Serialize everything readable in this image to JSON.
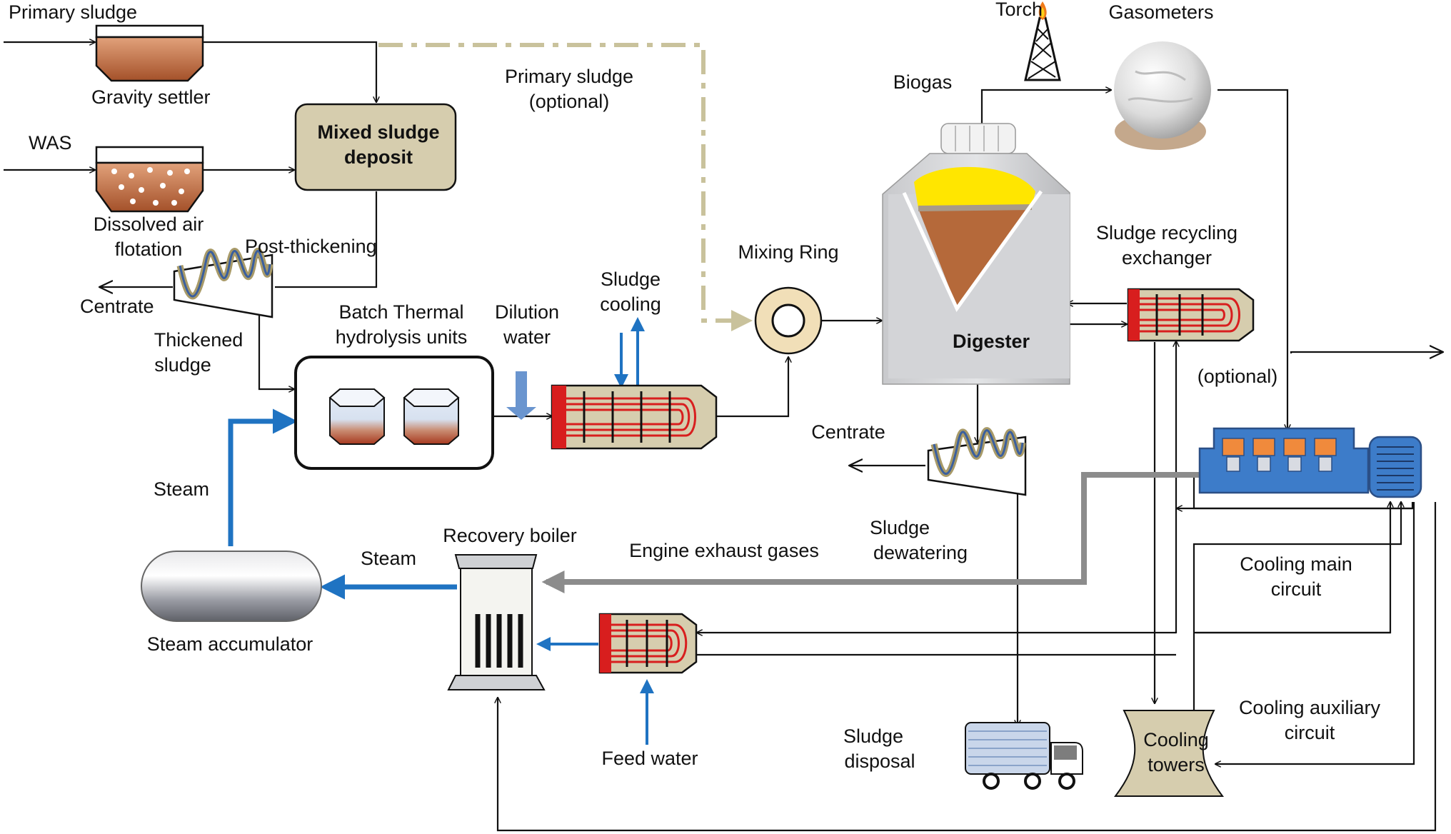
{
  "labels": {
    "primary_sludge": "Primary sludge",
    "gravity_settler": "Gravity settler",
    "was": "WAS",
    "daf_1": "Dissolved air",
    "daf_2": "flotation",
    "mixed_deposit_1": "Mixed sludge",
    "mixed_deposit_2": "deposit",
    "primary_optional_1": "Primary sludge",
    "primary_optional_2": "(optional)",
    "post_thickening": "Post-thickening",
    "centrate_left": "Centrate",
    "thickened_1": "Thickened",
    "thickened_2": "sludge",
    "batch_1": "Batch Thermal",
    "batch_2": "hydrolysis units",
    "dilution_1": "Dilution",
    "dilution_2": "water",
    "sludge_cooling_1": "Sludge",
    "sludge_cooling_2": "cooling",
    "mixing_ring": "Mixing Ring",
    "torch": "Torch",
    "gasometers": "Gasometers",
    "biogas": "Biogas",
    "digester": "Digester",
    "recycling_1": "Sludge recycling",
    "recycling_2": "exchanger",
    "optional": "(optional)",
    "centrate_mid": "Centrate",
    "steam_up": "Steam",
    "steam_left": "Steam",
    "recovery_boiler": "Recovery boiler",
    "exhaust": "Engine exhaust gases",
    "dewatering_1": "Sludge",
    "dewatering_2": "dewatering",
    "steam_accumulator": "Steam accumulator",
    "feed_water": "Feed water",
    "disposal_1": "Sludge",
    "disposal_2": "disposal",
    "cooling_main_1": "Cooling main",
    "cooling_main_2": "circuit",
    "cooling_aux_1": "Cooling auxiliary",
    "cooling_aux_2": "circuit",
    "cooling_towers_1": "Cooling",
    "cooling_towers_2": "towers"
  },
  "colors": {
    "steam_line": "#1f73c2",
    "exhaust_line": "#8c8c8c",
    "optional_line": "#c9c29c",
    "deposit_fill": "#d6cdae",
    "heater_red": "#d81e1e",
    "biogas_yellow": "#ffe600",
    "sludge_brown": "#b5693a",
    "engine_blue": "#3d7cc9"
  }
}
